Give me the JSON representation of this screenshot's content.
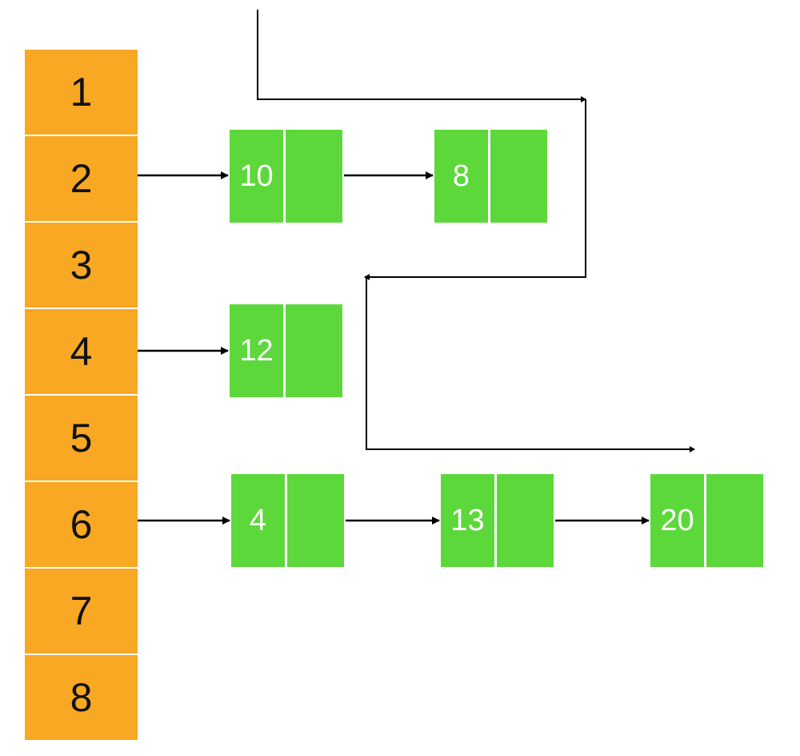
{
  "buckets": [
    "1",
    "2",
    "3",
    "4",
    "5",
    "6",
    "7",
    "8"
  ],
  "nodes": [
    "10",
    "8",
    "12",
    "4",
    "13",
    "20"
  ],
  "colors": {
    "bucket": "#f8a823",
    "node": "#5dd83b",
    "arrow": "#000000",
    "text_bucket": "#111111",
    "text_node": "#ffffff"
  }
}
